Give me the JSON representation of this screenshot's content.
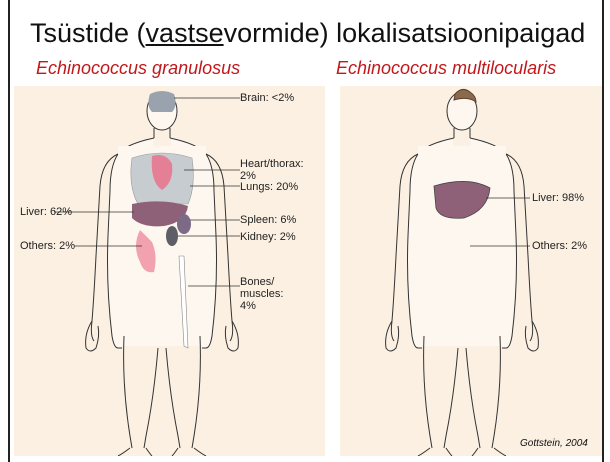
{
  "slide": {
    "title_pre": "Tsüstide (",
    "title_underlined": "vastse",
    "title_post": "vormide) lokalisatsioonipaigad",
    "left_species": "Echinococcus granulosus",
    "right_species": "Echinococcus multilocularis",
    "citation": "Gottstein, 2004"
  },
  "left_labels": {
    "brain": "Brain: <2%",
    "heart": "Heart/thorax:\n2%",
    "lungs": "Lungs: 20%",
    "liver": "Liver: 62%",
    "spleen": "Spleen: 6%",
    "kidney": "Kidney: 2%",
    "others": "Others: 2%",
    "bones": "Bones/\nmuscles:\n4%"
  },
  "right_labels": {
    "liver": "Liver: 98%",
    "others": "Others: 2%"
  },
  "colors": {
    "species": "#c0181b",
    "panel_bg": "#fbf0e2",
    "brain": "#9aa3ad",
    "heart": "#e57f95",
    "lungs": "#c7ccd1",
    "liver": "#8e6178",
    "spleen": "#7c6a86",
    "kidney": "#5d5e66",
    "intestine": "#f2a1ae"
  }
}
